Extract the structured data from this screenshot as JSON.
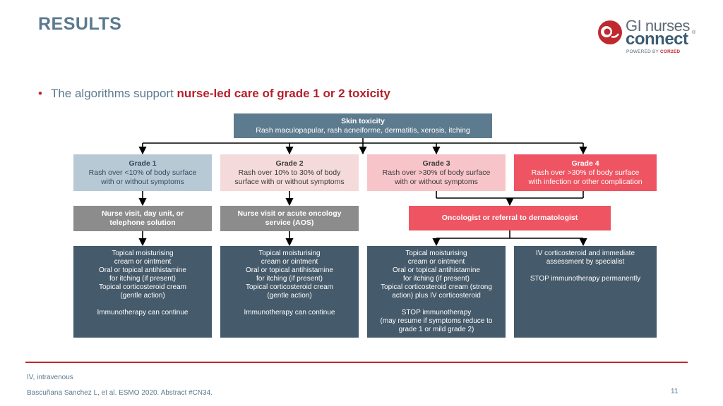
{
  "header": {
    "title": "RESULTS"
  },
  "logo": {
    "line1": "GI nurses",
    "line2": "connect",
    "reg": "®",
    "powered_by": "POWERED BY",
    "brand": "COR2ED"
  },
  "bullet": {
    "prefix": "The algorithms support ",
    "highlight": "nurse-led care of grade 1 or 2 toxicity"
  },
  "diagram": {
    "root": {
      "title": "Skin toxicity",
      "text": "Rash maculopapular, rash acneiforme, dermatitis, xerosis, itching"
    },
    "grades": [
      {
        "title": "Grade 1",
        "l1": "Rash over <10% of body surface",
        "l2": "with or without symptoms"
      },
      {
        "title": "Grade 2",
        "l1": "Rash over 10% to 30% of body",
        "l2": "surface with or without symptoms"
      },
      {
        "title": "Grade 3",
        "l1": "Rash over >30% of body surface",
        "l2": "with or without symptoms"
      },
      {
        "title": "Grade 4",
        "l1": "Rash over >30% of body surface",
        "l2": "with infection or other complication"
      }
    ],
    "care": [
      {
        "l1": "Nurse visit, day unit, or",
        "l2": "telephone solution"
      },
      {
        "l1": "Nurse visit or acute oncology",
        "l2": "service (AOS)"
      },
      {
        "l1": "Oncologist or referral to dermatologist"
      }
    ],
    "treatments": [
      [
        "Topical moisturising",
        "cream or ointment",
        "Oral or topical antihistamine",
        "for itching (if present)",
        "Topical corticosteroid cream",
        "(gentle action)",
        "",
        "Immunotherapy can continue"
      ],
      [
        "Topical moisturising",
        "cream or ointment",
        "Oral or topical antihistamine",
        "for itching (if present)",
        "Topical corticosteroid cream",
        "(gentle action)",
        "",
        "Immunotherapy can continue"
      ],
      [
        "Topical moisturising",
        "cream or ointment",
        "Oral or topical antihistamine",
        "for itching (if present)",
        "Topical corticosteroid cream (strong",
        "action) plus IV corticosteroid",
        "",
        "STOP immunotherapy",
        "(may resume if symptoms reduce to",
        "grade 1 or mild grade 2)"
      ],
      [
        "IV corticosteroid and immediate",
        "assessment by specialist",
        "",
        "STOP immunotherapy permanently"
      ]
    ]
  },
  "footer": {
    "abbreviation": "IV, intravenous",
    "reference": "Bascuñana Sanchez L, et al. ESMO 2020. Abstract #CN34.",
    "page_number": "11"
  },
  "colors": {
    "accent": "#c0282e",
    "slate": "#455a6a",
    "grade4": "#ee5462"
  }
}
